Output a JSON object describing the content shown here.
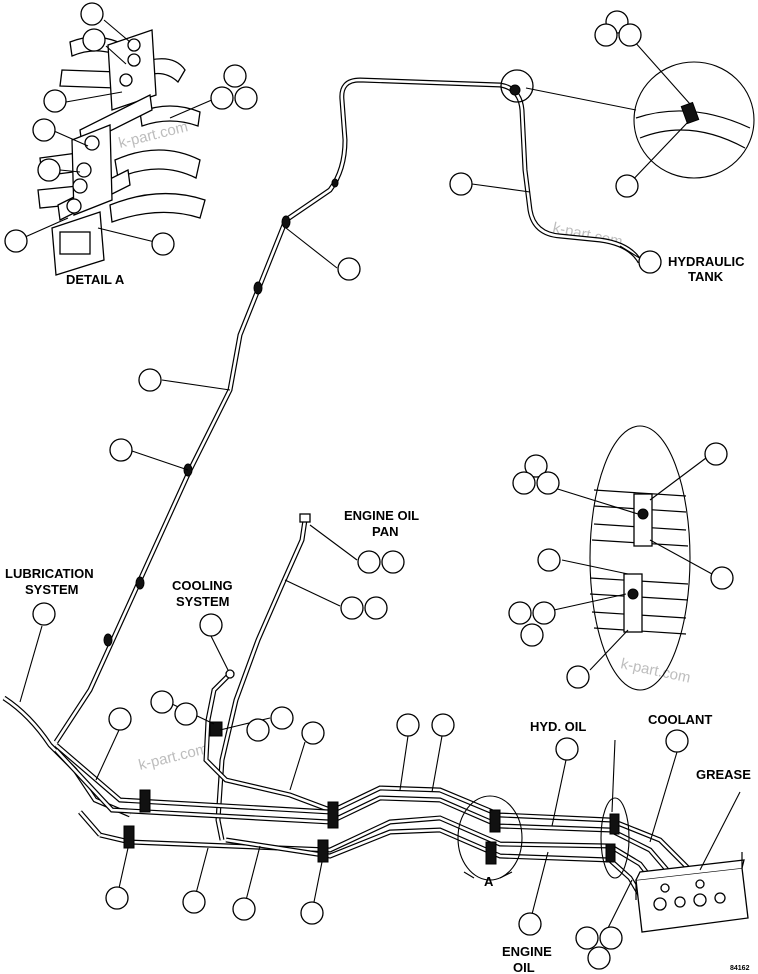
{
  "labels": {
    "detail_a": "DETAIL A",
    "hydraulic_tank_1": "HYDRAULIC",
    "hydraulic_tank_2": "TANK",
    "engine_oil_pan_1": "ENGINE OIL",
    "engine_oil_pan_2": "PAN",
    "lubrication_system_1": "LUBRICATION",
    "lubrication_system_2": "SYSTEM",
    "cooling_system_1": "COOLING",
    "cooling_system_2": "SYSTEM",
    "hyd_oil": "HYD. OIL",
    "coolant": "COOLANT",
    "grease": "GREASE",
    "engine_oil_1": "ENGINE",
    "engine_oil_2": "OIL",
    "section_a": "A",
    "drawing_number": "84162"
  },
  "watermarks": [
    "k-part.com",
    "k-part.com",
    "k-part.com",
    "k-part.com"
  ]
}
